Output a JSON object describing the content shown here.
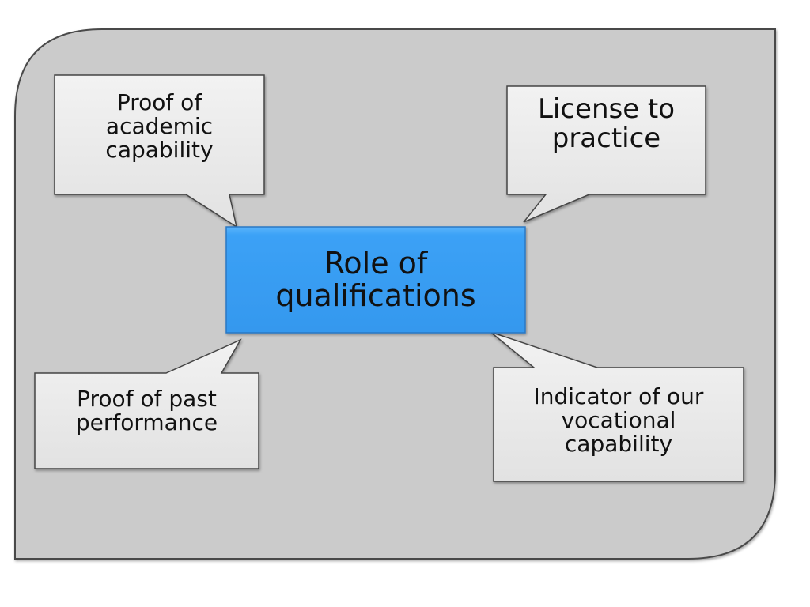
{
  "center": {
    "text": "Role of\nqualifications",
    "color": "#3aa0f5"
  },
  "callouts": [
    {
      "id": "academic",
      "text": "Proof of\nacademic\ncapability"
    },
    {
      "id": "license",
      "text": "License to\npractice"
    },
    {
      "id": "past",
      "text": "Proof of past\nperformance"
    },
    {
      "id": "vocational",
      "text": "Indicator of our\nvocational\ncapability"
    }
  ],
  "colors": {
    "panel": "#cbcbcb",
    "callout": "#e6e6e6",
    "border": "#4a4a4a"
  }
}
